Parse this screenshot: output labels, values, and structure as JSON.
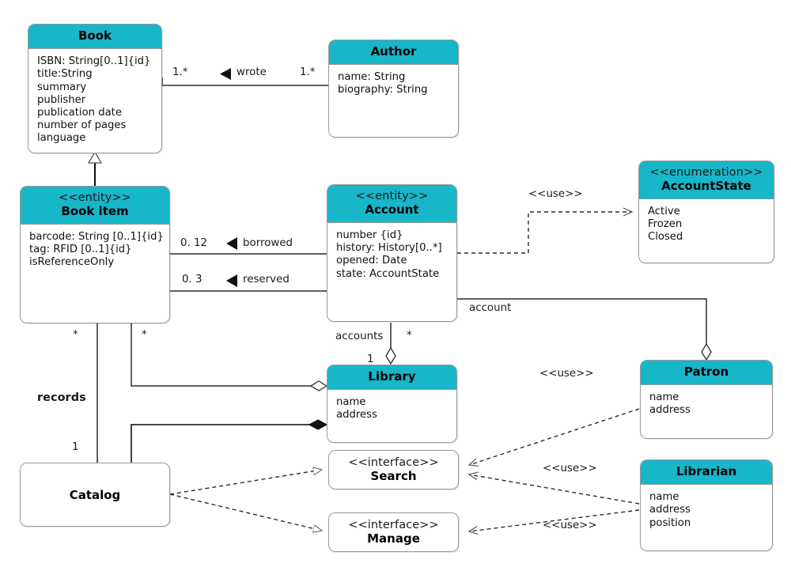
{
  "diagram": {
    "title": "Library UML Class Diagram",
    "accent_color": "#17b6c9",
    "line_color": "#2b2b2b",
    "border_color": "#9a9a9a"
  },
  "classes": {
    "book": {
      "name": "Book",
      "stereotype": "",
      "attributes": [
        "ISBN: String[0..1]{id}",
        "title:String",
        "summary",
        "publisher",
        "publication date",
        "number of pages",
        "language"
      ]
    },
    "author": {
      "name": "Author",
      "stereotype": "",
      "attributes": [
        "name: String",
        "biography: String"
      ]
    },
    "book_item": {
      "name": "Book item",
      "stereotype": "<<entity>>",
      "attributes": [
        "barcode: String [0..1]{id}",
        "tag: RFID [0..1]{id}",
        "isReferenceOnly"
      ]
    },
    "account": {
      "name": "Account",
      "stereotype": "<<entity>>",
      "attributes": [
        "number {id}",
        "history: History[0..*]",
        "opened: Date",
        "state: AccountState"
      ]
    },
    "account_state": {
      "name": "AccountState",
      "stereotype": "<<enumeration>>",
      "attributes": [
        "Active",
        "Frozen",
        "Closed"
      ]
    },
    "library": {
      "name": "Library",
      "stereotype": "",
      "attributes": [
        "name",
        "address"
      ]
    },
    "patron": {
      "name": "Patron",
      "stereotype": "",
      "attributes": [
        "name",
        "address"
      ]
    },
    "librarian": {
      "name": "Librarian",
      "stereotype": "",
      "attributes": [
        "name",
        "address",
        "position"
      ]
    },
    "catalog": {
      "name": "Catalog",
      "stereotype": "",
      "attributes": []
    },
    "search": {
      "name": "Search",
      "stereotype": "<<interface>>",
      "attributes": []
    },
    "manage": {
      "name": "Manage",
      "stereotype": "<<interface>>",
      "attributes": []
    }
  },
  "relationships": {
    "wrote": {
      "label": "wrote",
      "source_multiplicity": "1.*",
      "target_multiplicity": "1.*"
    },
    "borrowed": {
      "label": "borrowed",
      "source_multiplicity": "0. 12"
    },
    "reserved": {
      "label": "reserved",
      "source_multiplicity": "0. 3"
    },
    "records": {
      "label": "records",
      "source_multiplicity": "*",
      "target_multiplicity": "1"
    },
    "accounts": {
      "label": "accounts",
      "source_multiplicity": "*",
      "target_multiplicity": "1"
    },
    "account_role": {
      "label": "account"
    },
    "book_item_library": {
      "source_multiplicity": "*"
    },
    "use_account_state": {
      "label": "<<use>>"
    },
    "use_patron_search": {
      "label": "<<use>>"
    },
    "use_librarian_search": {
      "label": "<<use>>"
    },
    "use_librarian_manage": {
      "label": "<<use>>"
    }
  }
}
